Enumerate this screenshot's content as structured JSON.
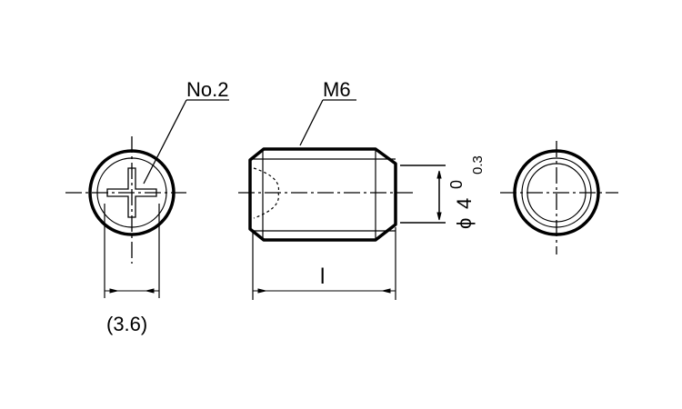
{
  "labels": {
    "recess": "No.2",
    "thread": "M6",
    "length": "l",
    "width": "(3.6)",
    "diameter_symbol": "ϕ",
    "diameter_value": "4",
    "tol_upper": "0",
    "tol_lower": "0.3"
  },
  "colors": {
    "line": "#000000",
    "background": "#ffffff"
  }
}
